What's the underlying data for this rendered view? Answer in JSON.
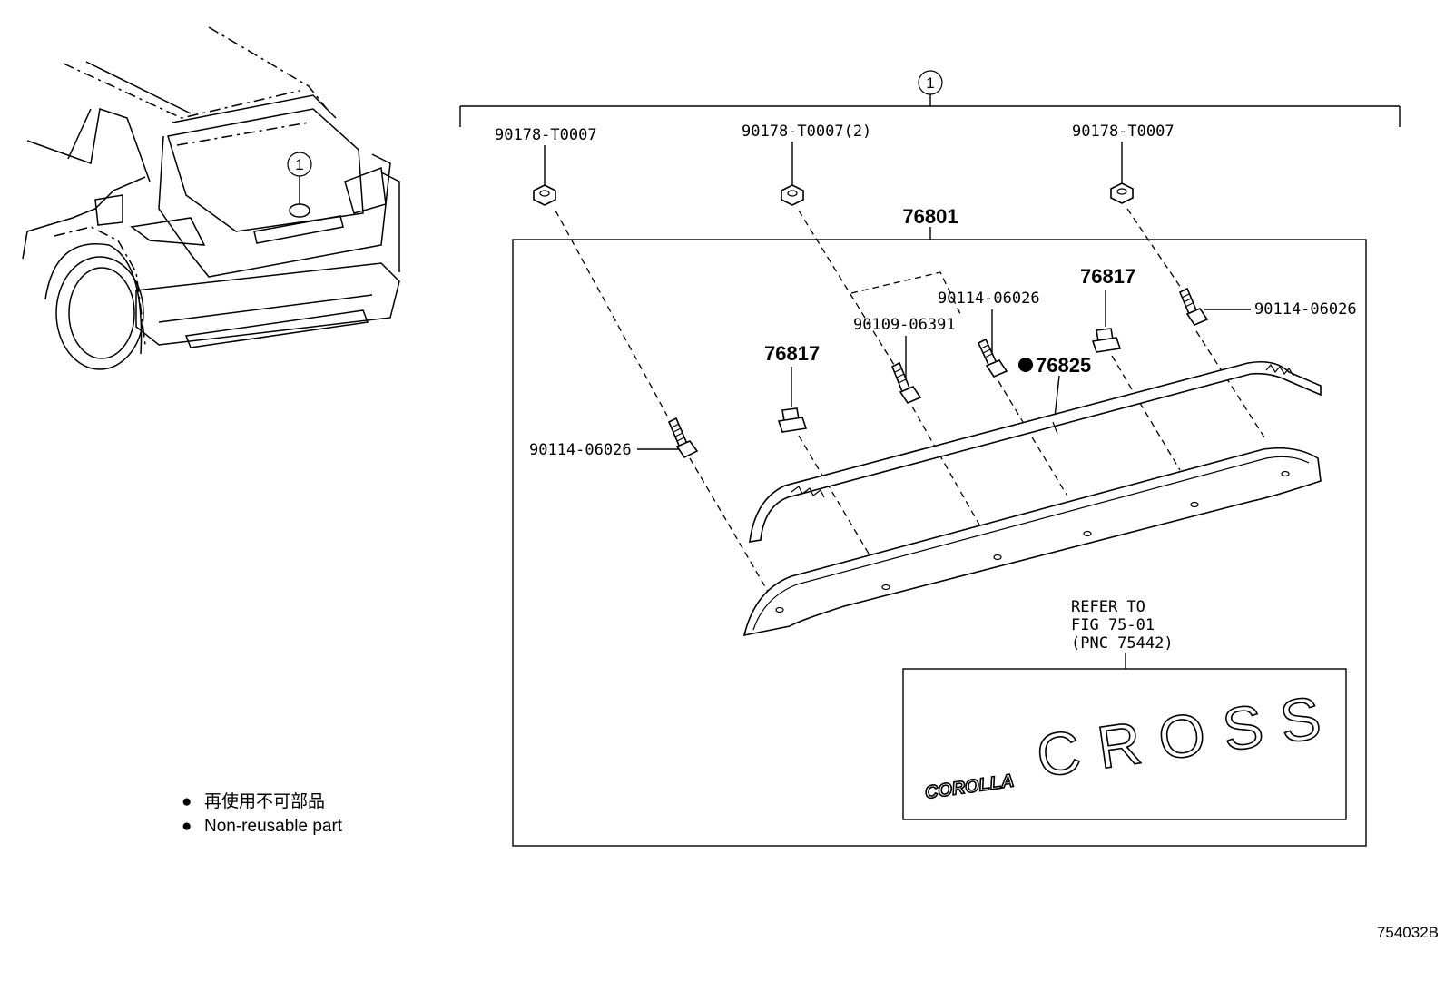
{
  "assembly_marker": "1",
  "car_callout": "1",
  "labels": {
    "nut_left": "90178-T0007",
    "nut_mid": "90178-T0007(2)",
    "nut_right": "90178-T0007",
    "garnish": "76801",
    "clip_left": "76817",
    "clip_right": "76817",
    "stud_left": "90114-06026",
    "stud_center": "90114-06026",
    "stud_right": "90114-06026",
    "bolt": "90109-06391",
    "seal": "76825"
  },
  "refer": {
    "line1": "REFER TO",
    "line2": "FIG 75-01",
    "line3": "(PNC 75442)"
  },
  "emblem": {
    "small": "COROLLA",
    "large": "CROSS"
  },
  "legend": [
    {
      "bullet": "●",
      "text": "再使用不可部品"
    },
    {
      "bullet": "●",
      "text": "Non-reusable part"
    }
  ],
  "figure_id": "754032B"
}
